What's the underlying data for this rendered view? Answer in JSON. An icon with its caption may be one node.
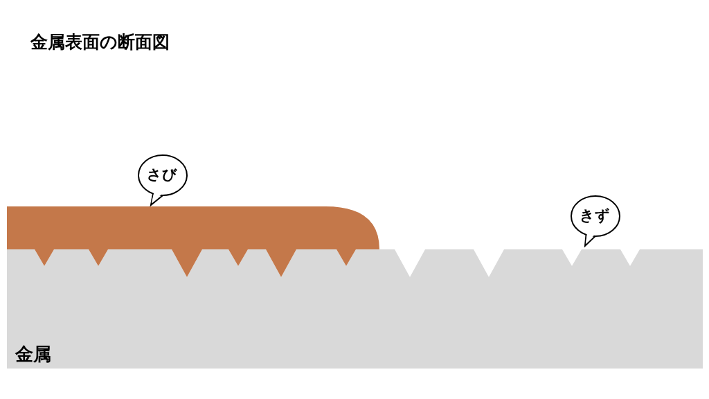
{
  "diagram": {
    "title": "金属表面の断面図",
    "nodes": [
      {
        "text": [
          "金属"
        ]
      },
      {
        "text": [],
        "shape": "box"
      },
      {
        "text": [
          "さび"
        ]
      },
      {
        "text": [
          "きず"
        ]
      }
    ]
  }
}
